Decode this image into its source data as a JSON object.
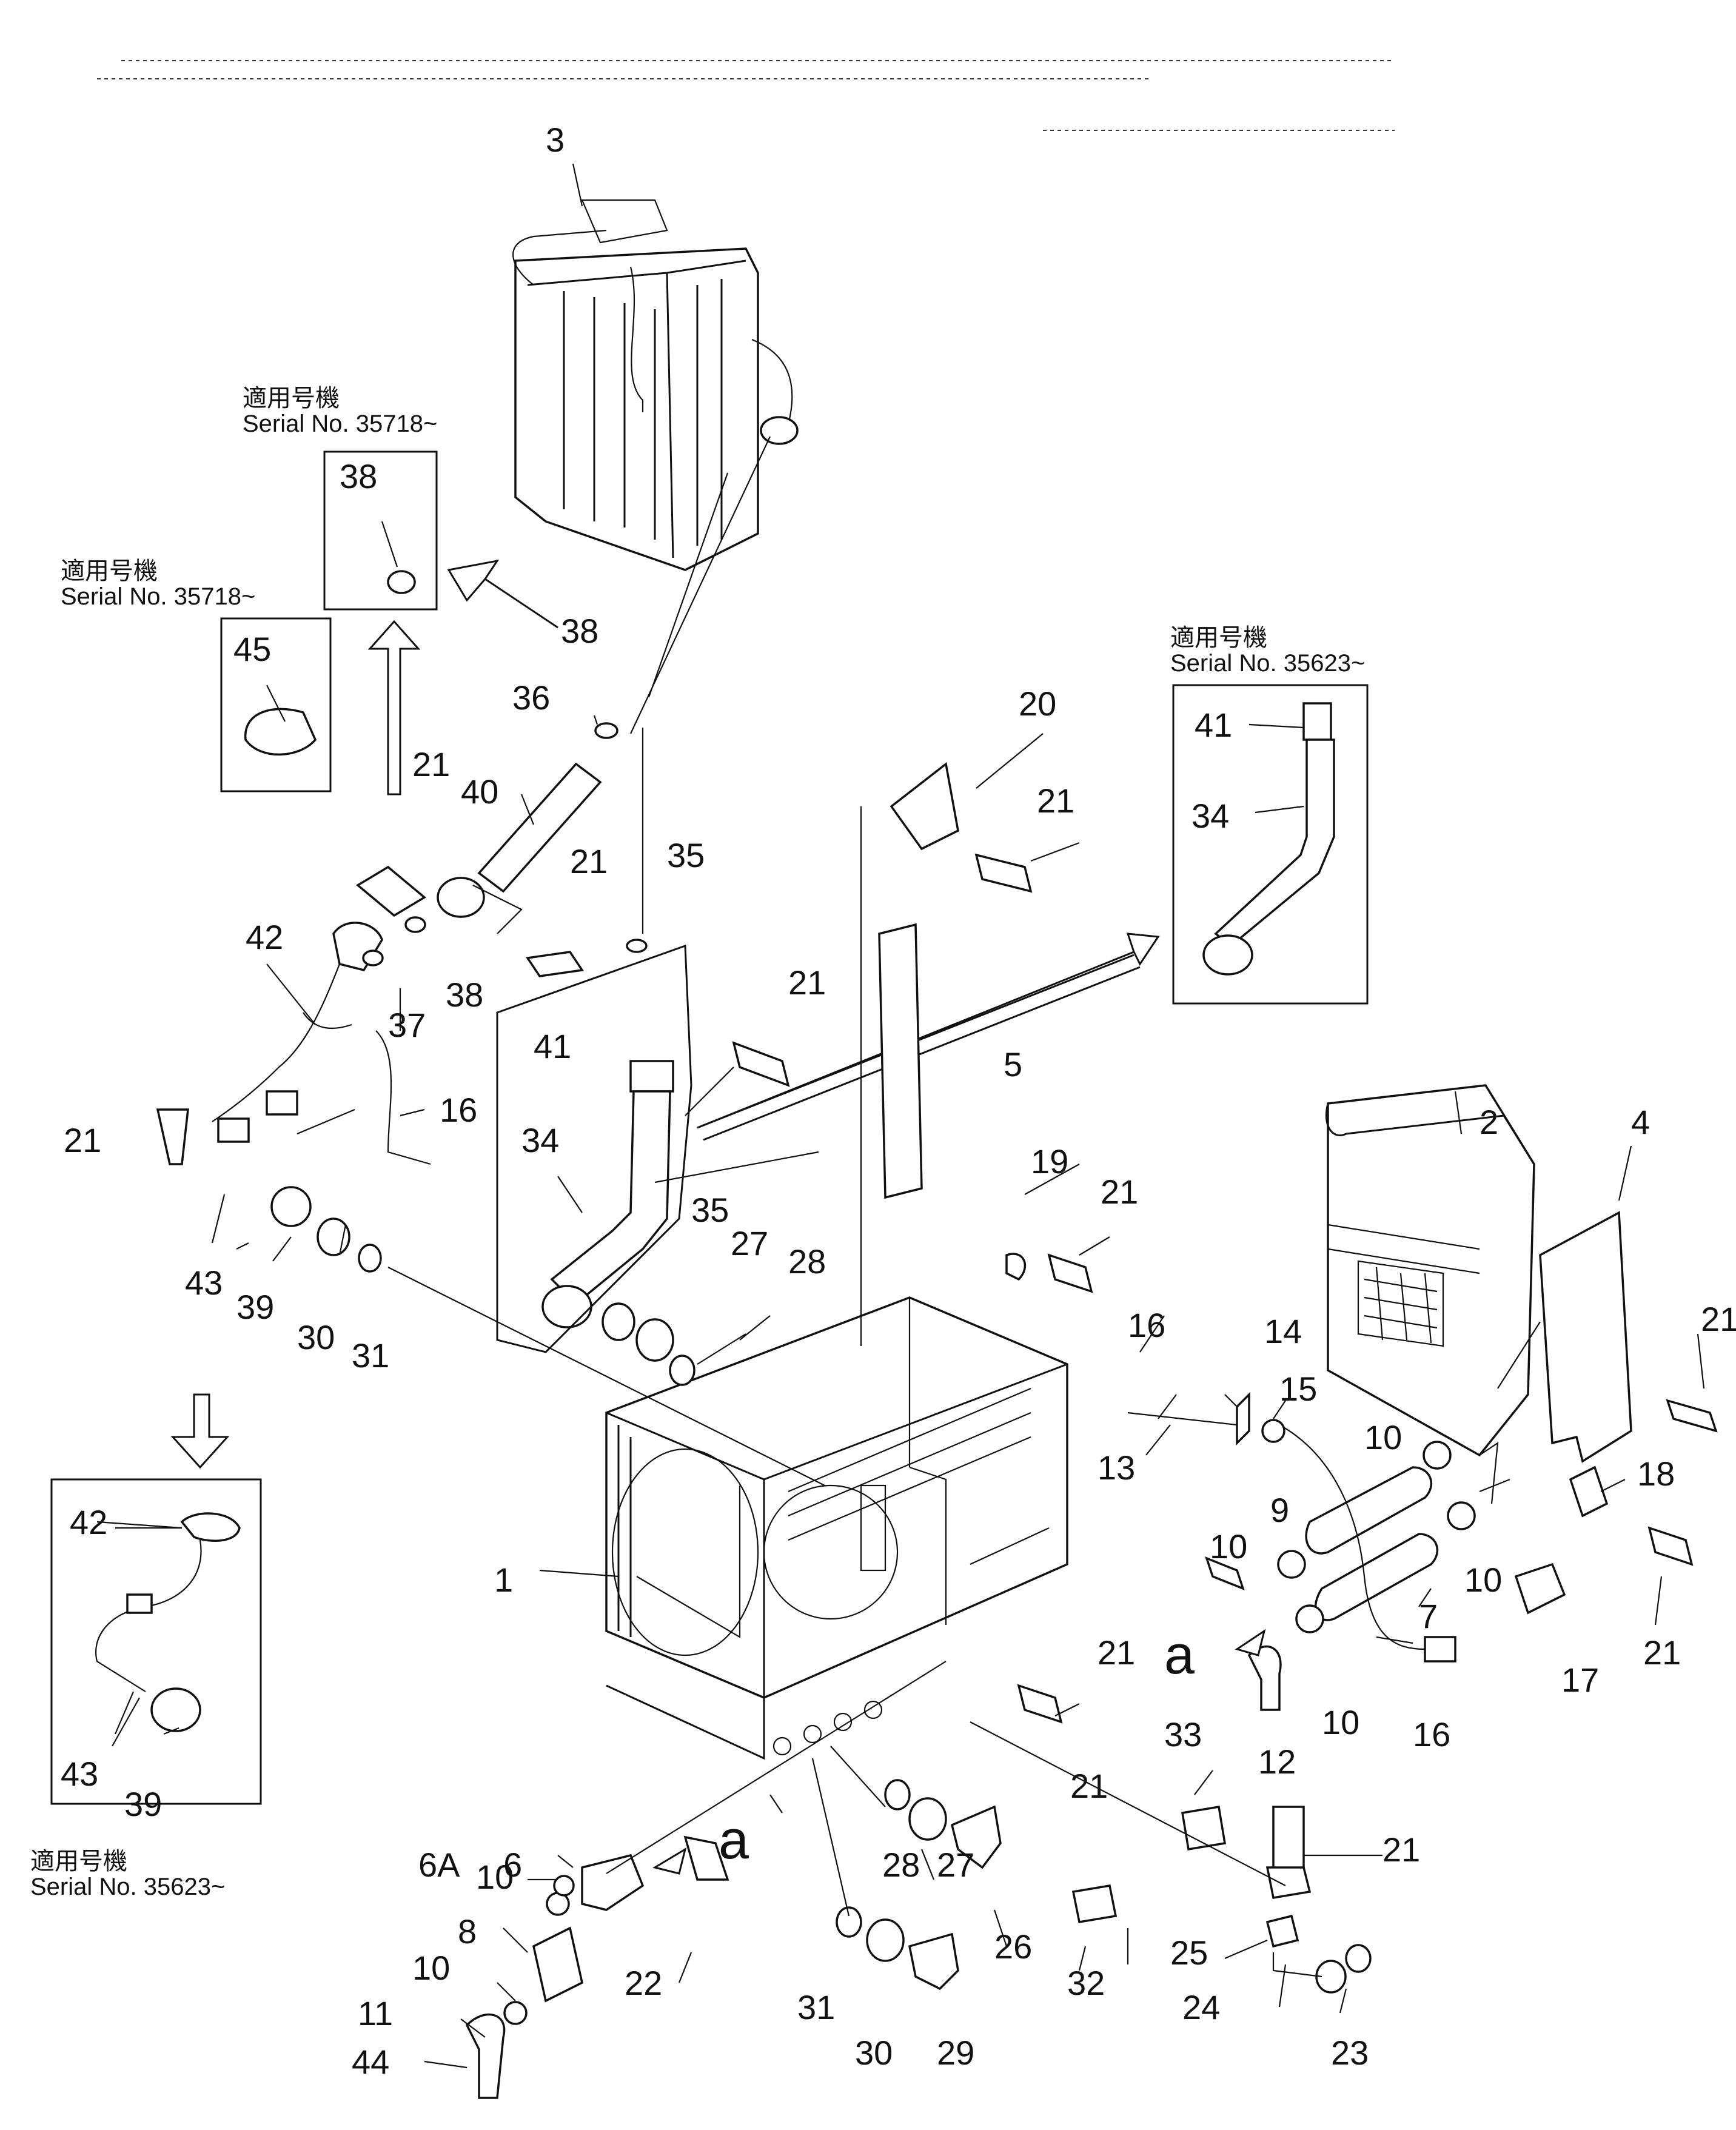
{
  "serial_boxes": [
    {
      "jp": "適用号機",
      "en": "Serial No. 35718~"
    },
    {
      "jp": "適用号機",
      "en": "Serial No. 35718~"
    },
    {
      "jp": "適用号機",
      "en": "Serial No. 35623~"
    },
    {
      "jp": "適用号機",
      "en": "Serial No. 35623~"
    }
  ],
  "view_markers": [
    "a",
    "a"
  ],
  "callouts": {
    "c1": "1",
    "c2": "2",
    "c3": "3",
    "c4": "4",
    "c5": "5",
    "c6": "6",
    "c6A": "6A",
    "c7": "7",
    "c8": "8",
    "c9": "9",
    "c10a": "10",
    "c10b": "10",
    "c10c": "10",
    "c10d": "10",
    "c10e": "10",
    "c10f": "10",
    "c11": "11",
    "c12": "12",
    "c13": "13",
    "c14": "14",
    "c15": "15",
    "c16a": "16",
    "c16b": "16",
    "c16c": "16",
    "c17": "17",
    "c18": "18",
    "c19": "19",
    "c20": "20",
    "c21a": "21",
    "c21b": "21",
    "c21c": "21",
    "c21d": "21",
    "c21e": "21",
    "c21f": "21",
    "c21g": "21",
    "c21h": "21",
    "c21i": "21",
    "c21j": "21",
    "c21k": "21",
    "c22": "22",
    "c23": "23",
    "c24": "24",
    "c25": "25",
    "c26": "26",
    "c27a": "27",
    "c27b": "27",
    "c28a": "28",
    "c28b": "28",
    "c29": "29",
    "c30a": "30",
    "c30b": "30",
    "c31a": "31",
    "c31b": "31",
    "c32": "32",
    "c33": "33",
    "c34a": "34",
    "c34b": "34",
    "c35a": "35",
    "c35b": "35",
    "c36": "36",
    "c37": "37",
    "c38a": "38",
    "c38b": "38",
    "c38c": "38",
    "c39a": "39",
    "c39b": "39",
    "c40": "40",
    "c41a": "41",
    "c41b": "41",
    "c42a": "42",
    "c42b": "42",
    "c43a": "43",
    "c43b": "43",
    "c44": "44",
    "c45": "45"
  }
}
